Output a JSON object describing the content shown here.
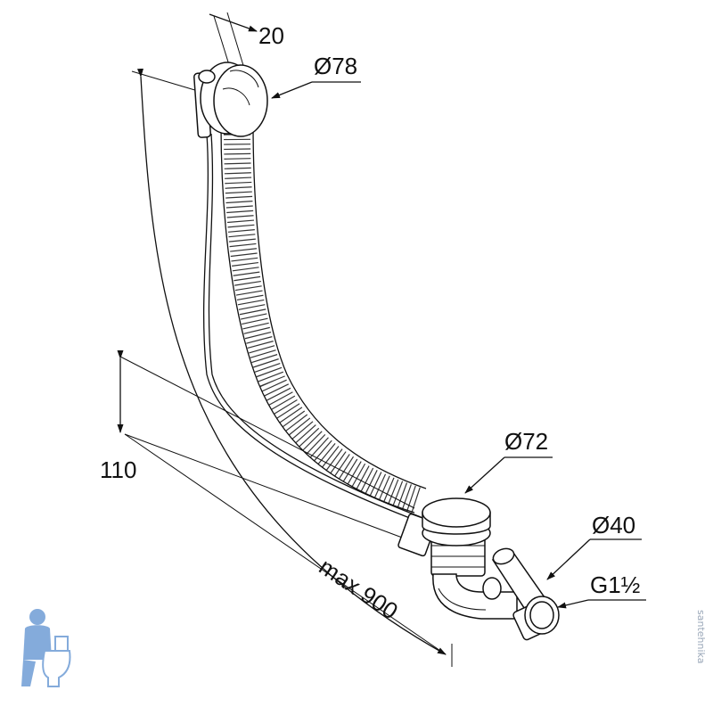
{
  "labels": {
    "width_20": "20",
    "diameter_78": "Ø78",
    "diameter_72": "Ø72",
    "diameter_40": "Ø40",
    "thread": "G1½",
    "height_110": "110",
    "length_max": "max 900"
  },
  "watermark": {
    "text": "santehnika",
    "icon": "plumber-mascot-icon"
  },
  "colors": {
    "line": "#111111",
    "watermark": "#9aa7b8",
    "mascot": "#5b8fd0"
  }
}
